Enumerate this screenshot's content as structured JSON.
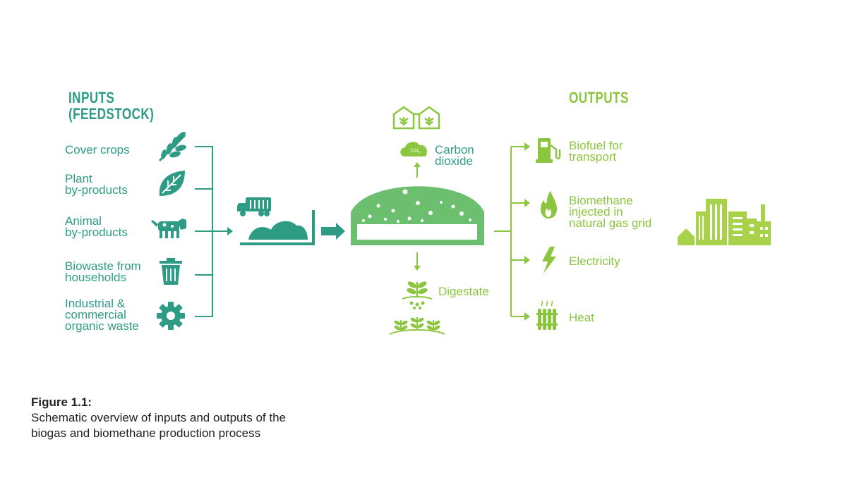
{
  "inputs": {
    "heading": "INPUTS\n(FEEDSTOCK)",
    "items": [
      {
        "label": "Cover crops",
        "icon": "wheat-icon"
      },
      {
        "label": "Plant\nby-products",
        "icon": "leaf-icon"
      },
      {
        "label": "Animal\nby-products",
        "icon": "cow-icon"
      },
      {
        "label": "Biowaste from\nhouseholds",
        "icon": "trash-bin-icon"
      },
      {
        "label": "Industrial &\ncommercial\norganic waste",
        "icon": "gear-icon"
      }
    ]
  },
  "process": {
    "carbon_dioxide": "Carbon\ndioxide",
    "co2_symbol": "CO",
    "co2_subscript": "2",
    "digestate": "Digestate"
  },
  "outputs": {
    "heading": "OUTPUTS",
    "items": [
      {
        "label": "Biofuel for\ntransport",
        "icon": "fuel-pump-icon"
      },
      {
        "label": "Biomethane\ninjected in\nnatural gas grid",
        "icon": "flame-icon"
      },
      {
        "label": "Electricity",
        "icon": "lightning-icon"
      },
      {
        "label": "Heat",
        "icon": "radiator-icon"
      }
    ]
  },
  "caption": {
    "title": "Figure 1.1:",
    "text": "Schematic overview of inputs and outputs of the\nbiogas and biomethane production process"
  },
  "colors": {
    "teal": "#2e9c84",
    "lime": "#8cc63f",
    "digester": "#6cbf6e"
  }
}
